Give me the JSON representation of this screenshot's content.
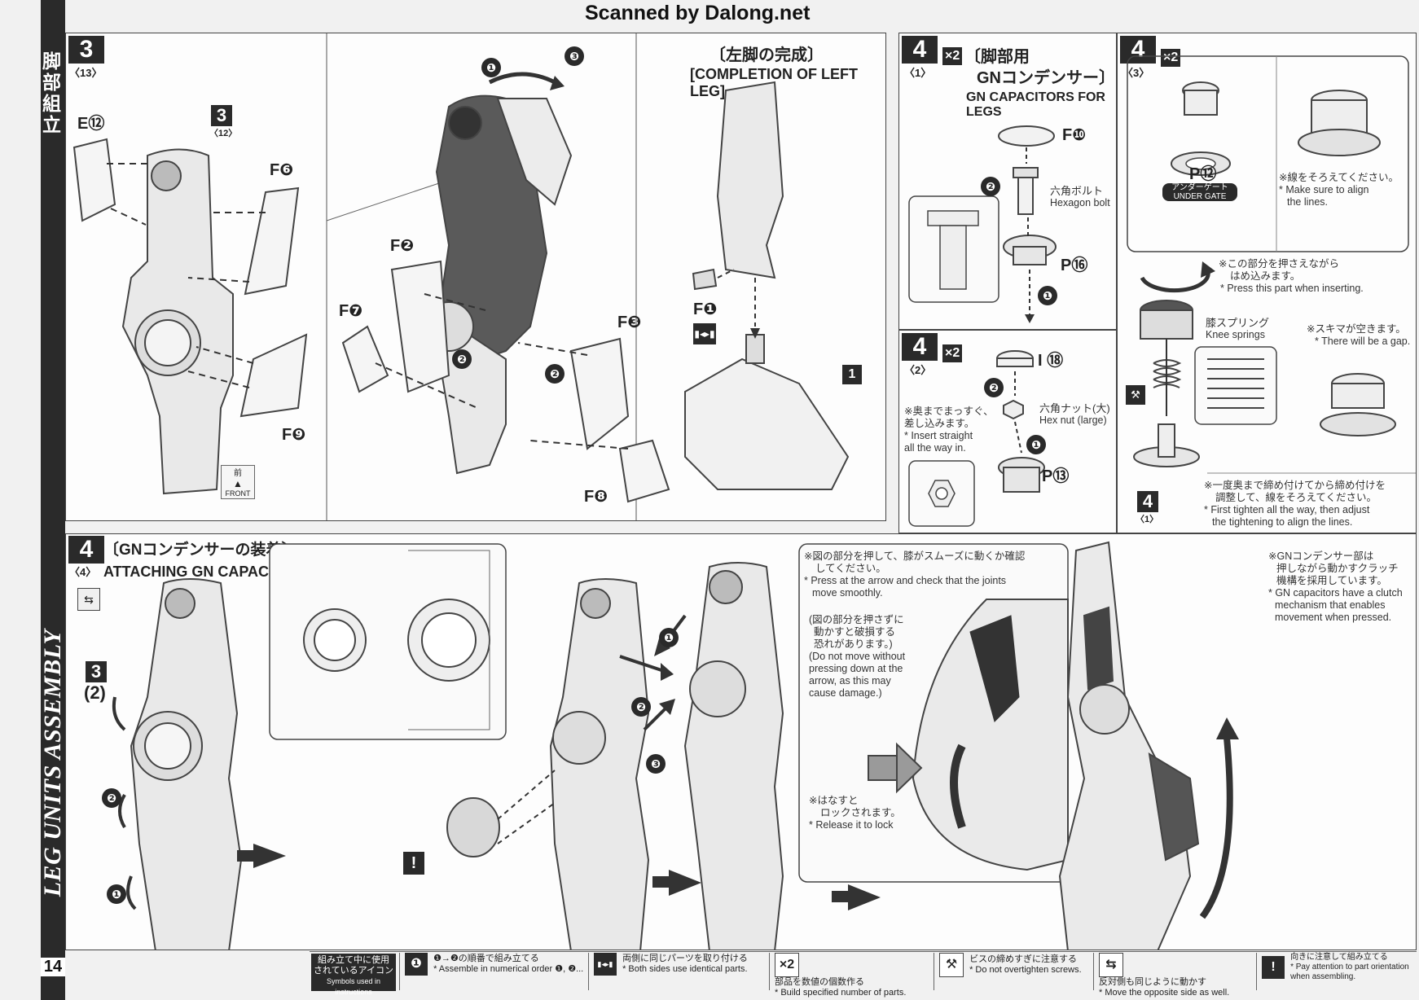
{
  "watermark": "Scanned by Dalong.net",
  "side": {
    "jp": "脚部組立",
    "en": "LEG UNITS ASSEMBLY"
  },
  "page_number": "14",
  "step3": {
    "num": "3",
    "sub": "〈13〉",
    "sub_ref": {
      "num": "3",
      "sub": "〈12〉"
    },
    "parts": {
      "e12": "E⑫",
      "f6": "F❻",
      "f9": "F❾",
      "f2": "F❷",
      "f7": "F❼",
      "f3": "F❸",
      "f8": "F❽"
    },
    "front_label": "前",
    "front_en": "FRONT",
    "completion_jp": "〔左脚の完成〕",
    "completion_en": "[COMPLETION OF LEFT LEG]",
    "f1": "F❶",
    "part1": "1",
    "nums": [
      "❶",
      "❸",
      "❷",
      "❷"
    ]
  },
  "step4_1": {
    "num": "4",
    "sub": "〈1〉",
    "mult": "×2",
    "title_jp1": "〔脚部用",
    "title_jp2": "GNコンデンサー〕",
    "title_en": "GN CAPACITORS FOR LEGS",
    "parts": {
      "f10": "F❿",
      "p16": "P⑯"
    },
    "bolt_jp": "六角ボルト",
    "bolt_en": "Hexagon bolt"
  },
  "step4_2": {
    "num": "4",
    "sub": "〈2〉",
    "mult": "×2",
    "parts": {
      "i18": "I ⑱",
      "p13": "P⑬"
    },
    "nut_jp": "六角ナット(大)",
    "nut_en": "Hex nut (large)",
    "note_jp1": "※奥までまっすぐ、",
    "note_jp2": "差し込みます。",
    "note_en1": "* Insert straight",
    "note_en2": "all the way in."
  },
  "step4_3": {
    "num": "4",
    "sub": "〈3〉",
    "mult": "×2",
    "part_p12": "P⑫",
    "under_gate_jp": "アンダーゲート",
    "under_gate_en": "UNDER GATE",
    "align_jp": "※線をそろえてください。",
    "align_en1": "* Make sure to align",
    "align_en2": "the lines.",
    "press_jp1": "※この部分を押さえながら",
    "press_jp2": "はめ込みます。",
    "press_en": "* Press this part when inserting.",
    "spring_jp": "膝スプリング",
    "spring_en": "Knee springs",
    "gap_jp": "※スキマが空きます。",
    "gap_en": "* There will be a gap.",
    "tight_jp1": "※一度奥まで締め付けてから締め付けを",
    "tight_jp2": "調整して、線をそろえてください。",
    "tight_en1": "* First tighten all the way, then adjust",
    "tight_en2": "the tightening to align the lines.",
    "ref_num": "4",
    "ref_sub": "〈1〉"
  },
  "step4_4": {
    "num": "4",
    "sub": "〈4〉",
    "title_jp": "〔GNコンデンサーの装着〕",
    "title_en": "ATTACHING GN CAPACITORS",
    "ref_num": "3",
    "ref_sub": "(2)",
    "check_jp1": "※図の部分を押して、膝がスムーズに動くか確認",
    "check_jp2": "してください。",
    "check_en1": "* Press at the arrow and check that the joints",
    "check_en2": "move smoothly.",
    "warn_jp1": "(図の部分を押さずに",
    "warn_jp2": "動かすと破損する",
    "warn_jp3": "恐れがあります。)",
    "warn_en1": "(Do not move without",
    "warn_en2": "pressing down at the",
    "warn_en3": "arrow, as this may",
    "warn_en4": "cause damage.)",
    "release_jp1": "※はなすと",
    "release_jp2": "ロックされます。",
    "release_en": "* Release it to lock",
    "clutch_jp1": "※GNコンデンサー部は",
    "clutch_jp2": "押しながら動かすクラッチ",
    "clutch_jp3": "機構を採用しています。",
    "clutch_en1": "* GN capacitors have a clutch",
    "clutch_en2": "mechanism that enables",
    "clutch_en3": "movement when pressed."
  },
  "legend": {
    "title_jp1": "組み立て中に使用",
    "title_jp2": "されているアイコン",
    "title_en": "Symbols used in instructions",
    "items": [
      {
        "icon": "❶",
        "jp": "❶→❷の順番で組み立てる",
        "en": "* Assemble in numerical order ❶, ❷..."
      },
      {
        "icon": "▮◂▸▮",
        "jp": "両側に同じパーツを取り付ける",
        "en": "* Both sides use identical parts."
      },
      {
        "icon": "×2",
        "jp": "部品を数値の個数作る",
        "en": "* Build specified number of parts."
      },
      {
        "icon": "⚒",
        "jp": "ビスの締めすぎに注意する",
        "en": "* Do not overtighten screws."
      },
      {
        "icon": "⇆",
        "jp": "反対側も同じように動かす",
        "en": "* Move the opposite side as well."
      },
      {
        "icon": "!",
        "jp": "向きに注意して組み立てる",
        "en": "* Pay attention to part orientation when assembling."
      }
    ]
  }
}
